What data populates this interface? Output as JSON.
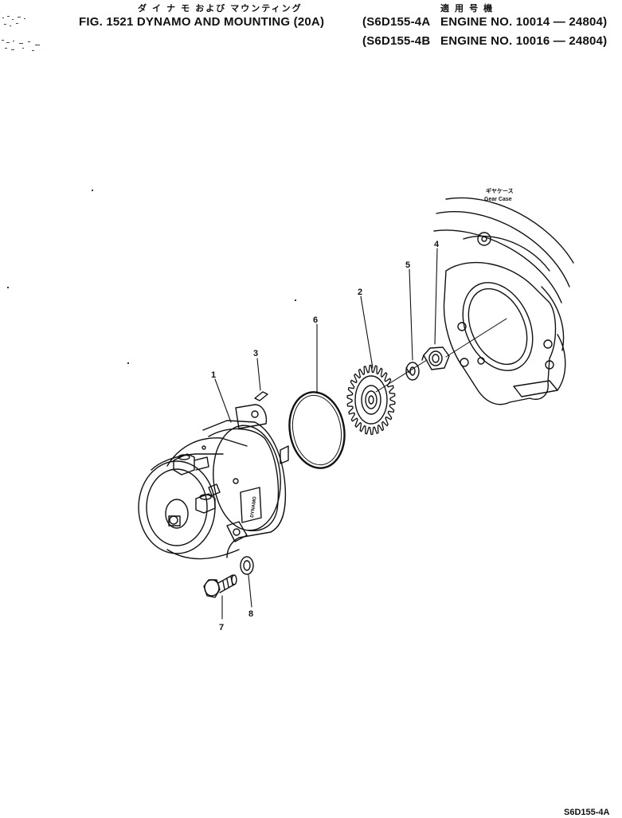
{
  "header": {
    "jp_title": "ダ イ ナ モ および マウンティング",
    "jp_applicable": "適 用 号 機",
    "title": "FIG. 1521 DYNAMO AND MOUNTING (20A)",
    "model_1": "(S6D155-4A",
    "engine_1": "ENGINE NO. 10014 — 24804)",
    "model_2": "(S6D155-4B",
    "engine_2": "ENGINE NO. 10016 — 24804)"
  },
  "gear_case": {
    "jp_label": "ギヤケース",
    "label": "Gear Case"
  },
  "dynamo_nameplate": "DYNAMO",
  "callouts": [
    {
      "id": "1",
      "label": "1"
    },
    {
      "id": "2",
      "label": "2"
    },
    {
      "id": "3",
      "label": "3"
    },
    {
      "id": "4",
      "label": "4"
    },
    {
      "id": "5",
      "label": "5"
    },
    {
      "id": "6",
      "label": "6"
    },
    {
      "id": "7",
      "label": "7"
    },
    {
      "id": "8",
      "label": "8"
    }
  ],
  "footer_code": "S6D155-4A"
}
